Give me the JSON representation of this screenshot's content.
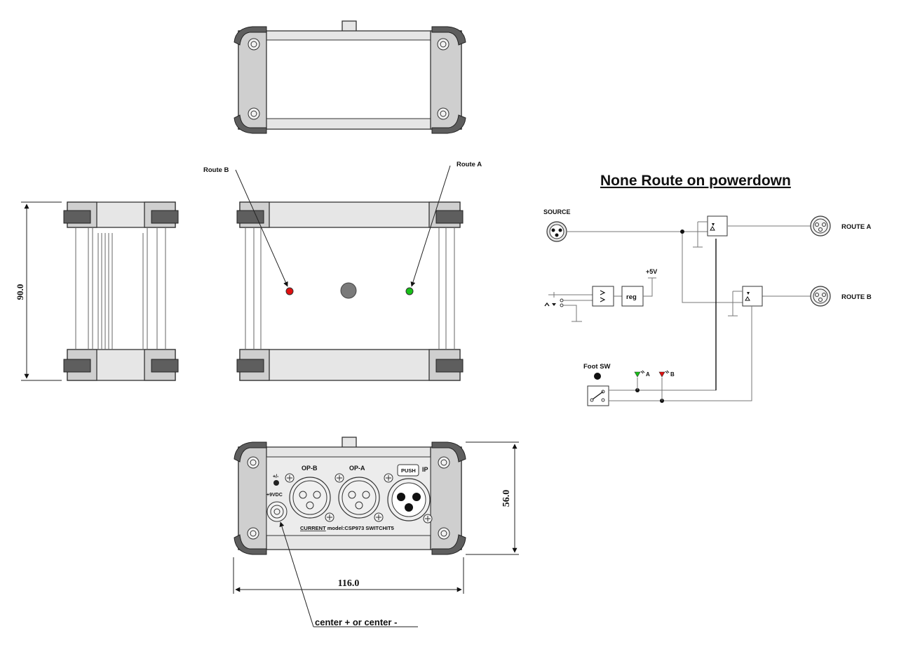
{
  "diagram_title": "None Route on powerdown",
  "top_view": {
    "led_labels": {
      "route_b": "Route B",
      "route_a": "Route A"
    },
    "led_colors": {
      "route_b": "#e01010",
      "route_a": "#18c018",
      "button": "#7a7a7a"
    }
  },
  "side_view": {
    "height_dim": "90.0"
  },
  "front_panel": {
    "width_dim": "116.0",
    "height_dim": "56.0",
    "polarity_label": "+/-",
    "power_label": "+9VDC",
    "op_b_label": "OP-B",
    "op_a_label": "OP-A",
    "push_label": "PUSH",
    "ip_label": "IP",
    "model_prefix": "CURRENT",
    "model_rest": " model:CSP973 SWITCHIT5",
    "callout": "center + or center -"
  },
  "schematic": {
    "source_label": "SOURCE",
    "route_a_label": "ROUTE A",
    "route_b_label": "ROUTE B",
    "supply_label": "+5V",
    "reg_label": "reg",
    "footsw_label": "Foot SW",
    "led_a_label": "A",
    "led_b_label": "B",
    "led_a_color": "#18c018",
    "led_b_color": "#e01010"
  }
}
